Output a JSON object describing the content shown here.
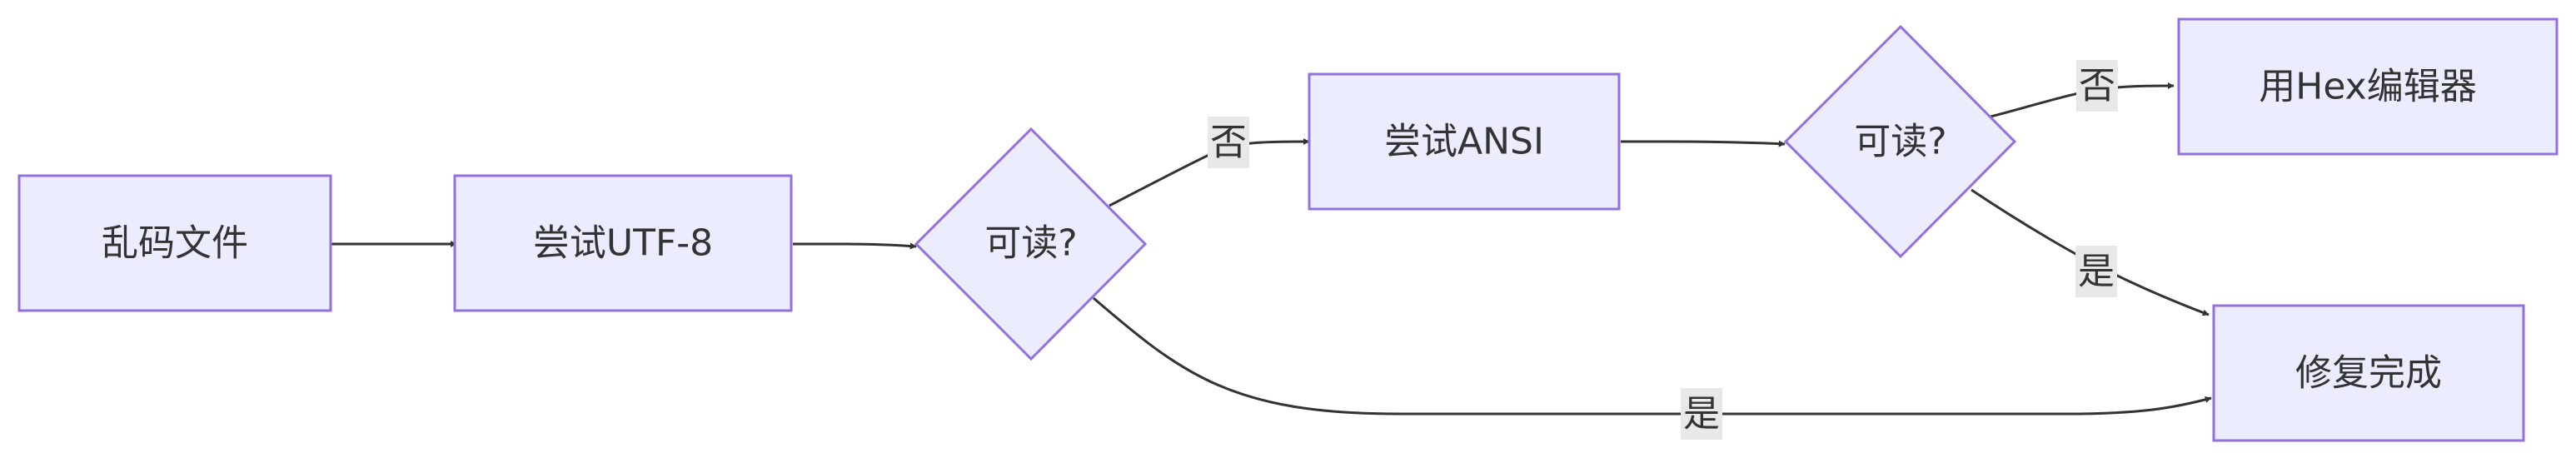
{
  "nodes": {
    "start": "乱码文件",
    "try_utf8": "尝试UTF-8",
    "readable_1": "可读?",
    "try_ansi": "尝试ANSI",
    "readable_2": "可读?",
    "hex_editor": "用Hex编辑器",
    "done": "修复完成"
  },
  "edges": {
    "readable_1_no": "否",
    "readable_1_yes": "是",
    "readable_2_no": "否",
    "readable_2_yes": "是"
  },
  "colors": {
    "node_fill": "#ECECFF",
    "node_stroke": "#9370DB",
    "line": "#333333",
    "text": "#333333",
    "label_bg": "#e8e8e8"
  }
}
